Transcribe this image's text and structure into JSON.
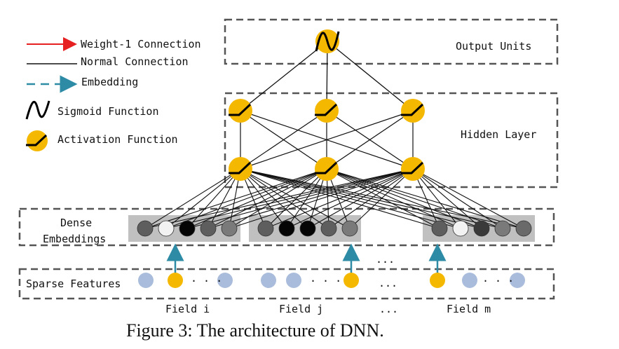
{
  "legend": {
    "weight1": "Weight-1 Connection",
    "normal": "Normal Connection",
    "embedding": "Embedding",
    "sigmoid": "Sigmoid Function",
    "activation": "Activation Function"
  },
  "boxes": {
    "output": "Output Units",
    "hidden": "Hidden Layer",
    "dense_line1": "Dense",
    "dense_line2": "Embeddings",
    "sparse": "Sparse Features"
  },
  "fields": {
    "i": "Field i",
    "j": "Field j",
    "m": "Field m",
    "ellipsis": "..."
  },
  "ellipsis_dots": "· · ·",
  "ellipsis_mid": "...",
  "caption": "Figure 3: The architecture of DNN.",
  "colors": {
    "node": "#f5b800",
    "sparse_node": "#a9bcdc",
    "arrow_embedding": "#2e8ba6",
    "arrow_weight": "#e62020",
    "embed_bar": "#c0c0c0"
  },
  "embedding_groups": [
    [
      "#5e5e5e",
      "#f2f2f2",
      "#050505",
      "#5e5e5e",
      "#7a7a7a"
    ],
    [
      "#5e5e5e",
      "#050505",
      "#050505",
      "#5e5e5e",
      "#7a7a7a"
    ],
    [
      "#5e5e5e",
      "#f2f2f2",
      "#3a3a3a",
      "#7a7a7a",
      "#6a6a6a"
    ]
  ]
}
